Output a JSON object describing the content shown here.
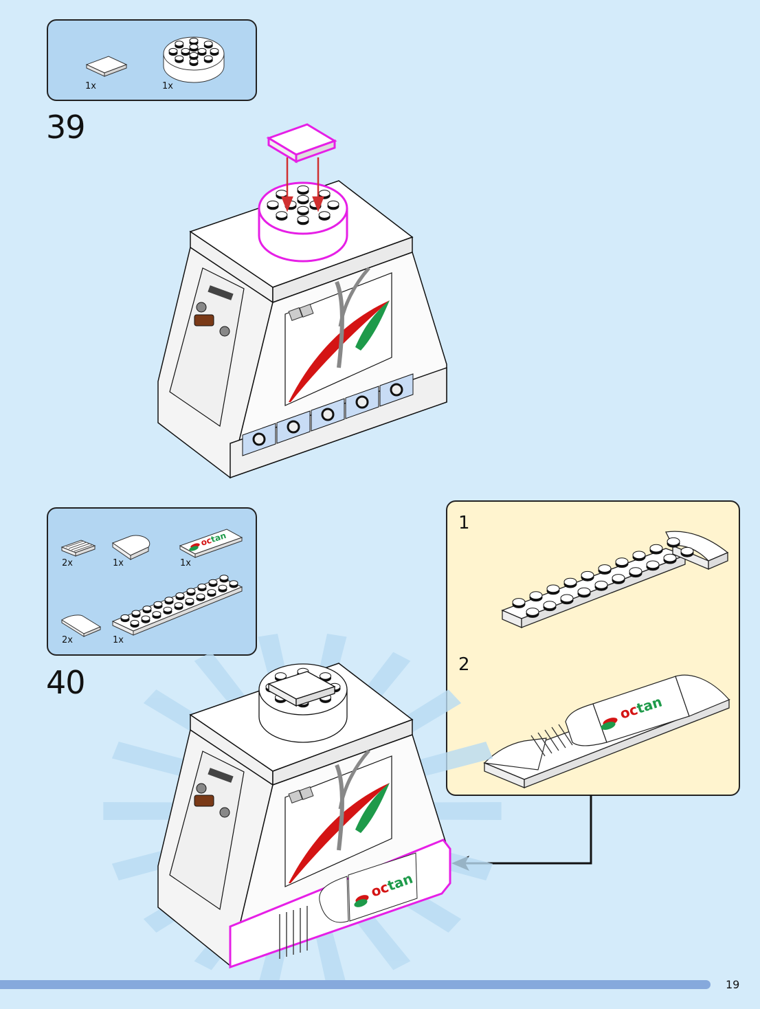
{
  "page": {
    "number": "19"
  },
  "colors": {
    "background": "#d4ebfa",
    "parts_box": "#b3d6f2",
    "submodel_box": "#fff4cf",
    "highlight": "#e61fe6",
    "arrow": "#d03030",
    "page_bar": "#86a9dc",
    "octan_red": "#d41414",
    "octan_green": "#1e9a4a"
  },
  "steps": [
    {
      "number": "39",
      "parts": [
        {
          "name": "tile-2x2",
          "qty": "1x"
        },
        {
          "name": "round-plate-4x4",
          "qty": "1x"
        }
      ]
    },
    {
      "number": "40",
      "parts": [
        {
          "name": "grille-tile",
          "qty": "2x"
        },
        {
          "name": "round-tile",
          "qty": "1x"
        },
        {
          "name": "octan-tile",
          "qty": "1x",
          "print": "octan"
        },
        {
          "name": "curved-slope",
          "qty": "2x"
        },
        {
          "name": "plate-2x10",
          "qty": "1x"
        }
      ],
      "submodel": {
        "substeps": [
          {
            "number": "1"
          },
          {
            "number": "2",
            "print": "octan"
          }
        ]
      },
      "assembly_print": "octan"
    }
  ]
}
